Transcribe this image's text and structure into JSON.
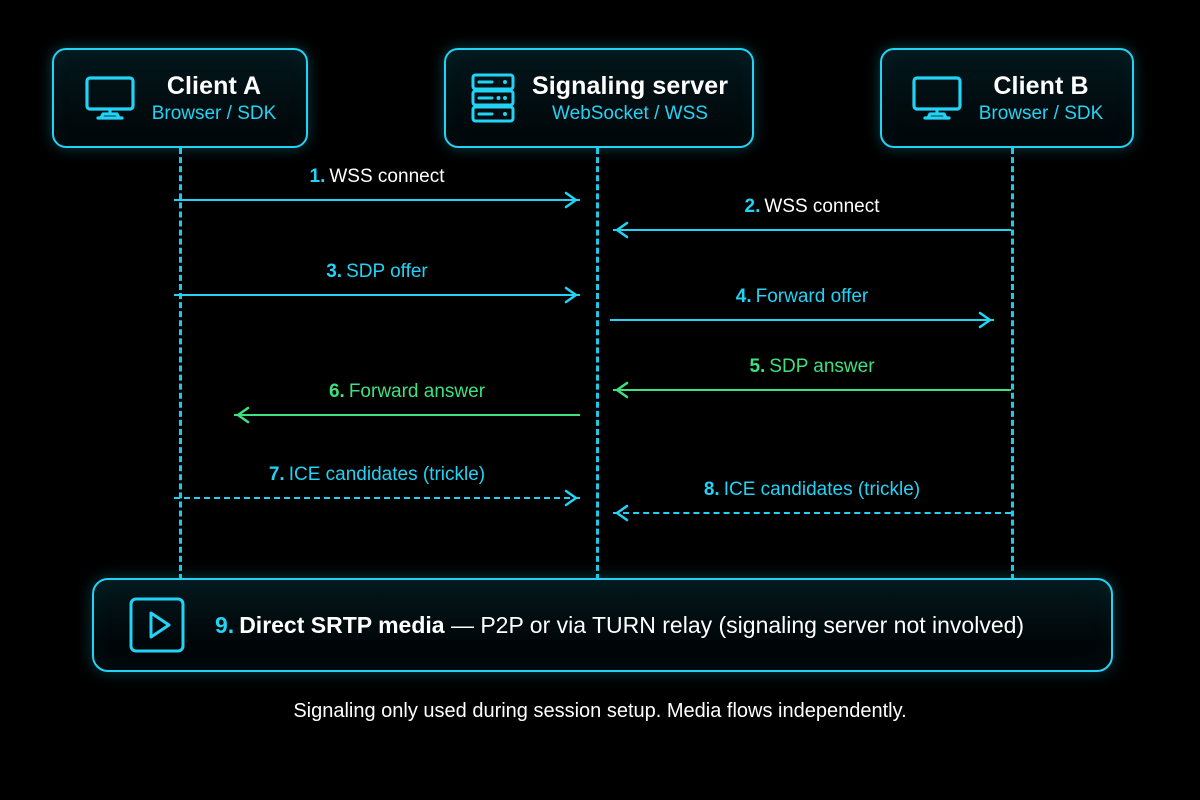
{
  "diagram": {
    "background_color": "#000000",
    "accent_cyan": "#22d3f5",
    "accent_green": "#3ee07f",
    "text_white": "#ffffff"
  },
  "nodes": [
    {
      "id": "client-a",
      "title": "Client A",
      "subtitle": "Browser / SDK",
      "icon": "monitor-icon"
    },
    {
      "id": "signaling-server",
      "title": "Signaling server",
      "subtitle": "WebSocket / WSS",
      "icon": "server-rack-icon"
    },
    {
      "id": "client-b",
      "title": "Client B",
      "subtitle": "Browser / SDK",
      "icon": "monitor-icon"
    }
  ],
  "messages": [
    {
      "num": "1.",
      "label": "WSS connect",
      "from": "client-a",
      "to": "signaling-server",
      "direction": "right",
      "style": "solid",
      "color": "#22d3f5",
      "label_color": "#ffffff"
    },
    {
      "num": "2.",
      "label": "WSS connect",
      "from": "client-b",
      "to": "signaling-server",
      "direction": "left",
      "style": "solid",
      "color": "#22d3f5",
      "label_color": "#ffffff"
    },
    {
      "num": "3.",
      "label": "SDP offer",
      "from": "client-a",
      "to": "signaling-server",
      "direction": "right",
      "style": "solid",
      "color": "#22d3f5",
      "label_color": "#22d3f5"
    },
    {
      "num": "4.",
      "label": "Forward offer",
      "from": "signaling-server",
      "to": "client-b",
      "direction": "right",
      "style": "solid",
      "color": "#22d3f5",
      "label_color": "#22d3f5"
    },
    {
      "num": "5.",
      "label": "SDP answer",
      "from": "client-b",
      "to": "signaling-server",
      "direction": "left",
      "style": "solid",
      "color": "#3ee07f",
      "label_color": "#3ee07f"
    },
    {
      "num": "6.",
      "label": "Forward answer",
      "from": "signaling-server",
      "to": "client-a",
      "direction": "left",
      "style": "solid",
      "color": "#3ee07f",
      "label_color": "#3ee07f"
    },
    {
      "num": "7.",
      "label": "ICE candidates (trickle)",
      "from": "client-a",
      "to": "signaling-server",
      "direction": "right",
      "style": "dashed",
      "color": "#22d3f5",
      "label_color": "#22d3f5"
    },
    {
      "num": "8.",
      "label": "ICE candidates (trickle)",
      "from": "client-b",
      "to": "signaling-server",
      "direction": "left",
      "style": "dashed",
      "color": "#22d3f5",
      "label_color": "#22d3f5"
    }
  ],
  "media_banner": {
    "num": "9.",
    "strong": "Direct SRTP media",
    "rest": " — P2P or via TURN relay (signaling server not involved)",
    "icon": "play-icon"
  },
  "caption": "Signaling only used during session setup. Media flows independently."
}
